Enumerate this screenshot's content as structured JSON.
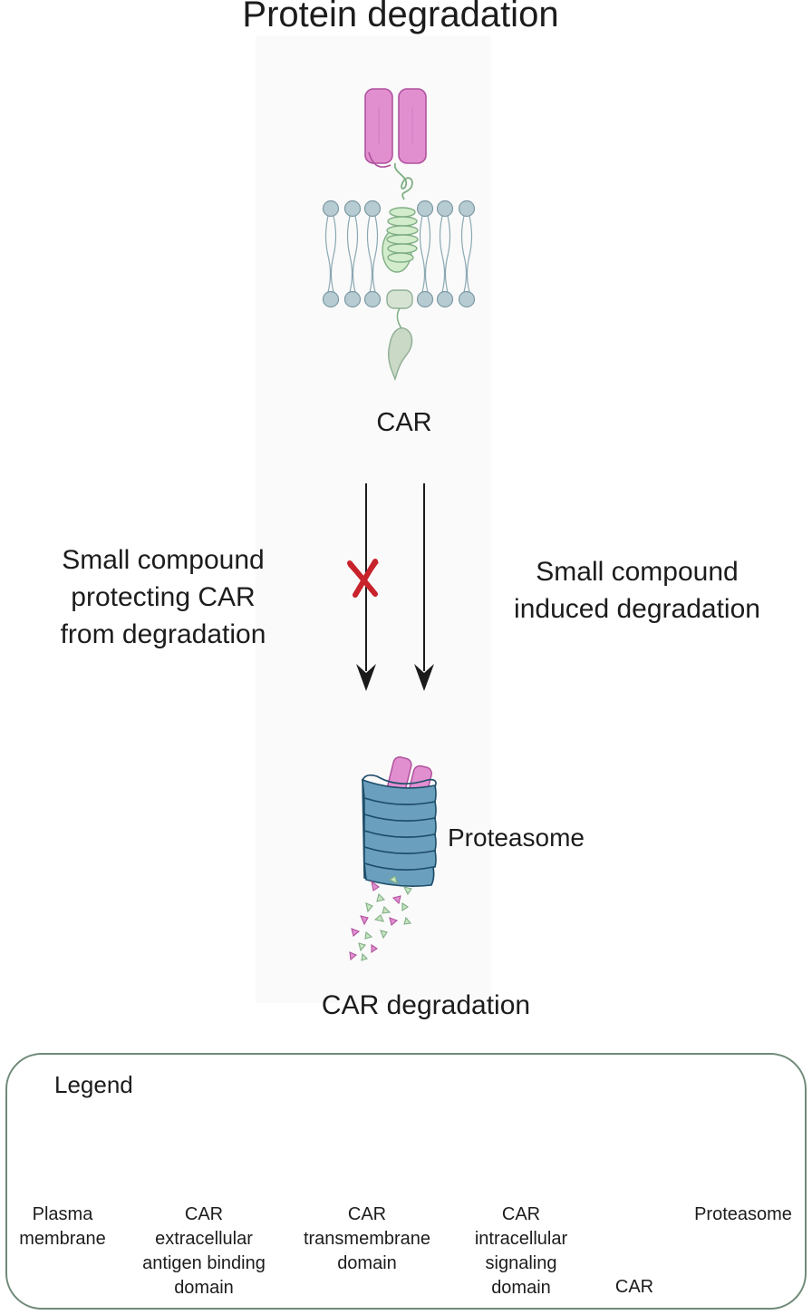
{
  "title": "Protein degradation",
  "car_label": "CAR",
  "left_caption": [
    "Small compound",
    "protecting CAR",
    "from degradation"
  ],
  "right_caption": [
    "Small compound",
    "induced degradation"
  ],
  "proteasome_label": "Proteasome",
  "degradation_label": "CAR degradation",
  "legend": {
    "title": "Legend",
    "items": [
      {
        "id": "plasma-membrane",
        "lines": [
          "Plasma",
          "membrane"
        ]
      },
      {
        "id": "extracellular-domain",
        "lines": [
          "CAR",
          "extracellular",
          "antigen binding",
          "domain"
        ]
      },
      {
        "id": "transmembrane-domain",
        "lines": [
          "CAR",
          "transmembrane",
          "domain"
        ]
      },
      {
        "id": "intracellular-domain",
        "lines": [
          "CAR",
          "intracellular",
          "signaling",
          "domain"
        ]
      },
      {
        "id": "car",
        "lines": [
          "CAR"
        ]
      },
      {
        "id": "proteasome",
        "lines": [
          "Proteasome"
        ]
      }
    ]
  },
  "colors": {
    "pink": "#e28fd0",
    "pink_stroke": "#b0529e",
    "green": "#d3eccb",
    "green_stroke": "#7fae84",
    "membrane": "#b7cbd2",
    "membrane_stroke": "#7d99a3",
    "proteasome": "#4d86a6",
    "proteasome_stroke": "#1e4e6a",
    "inhibit_x": "#c8222b",
    "legend_border": "#6f8a78"
  }
}
